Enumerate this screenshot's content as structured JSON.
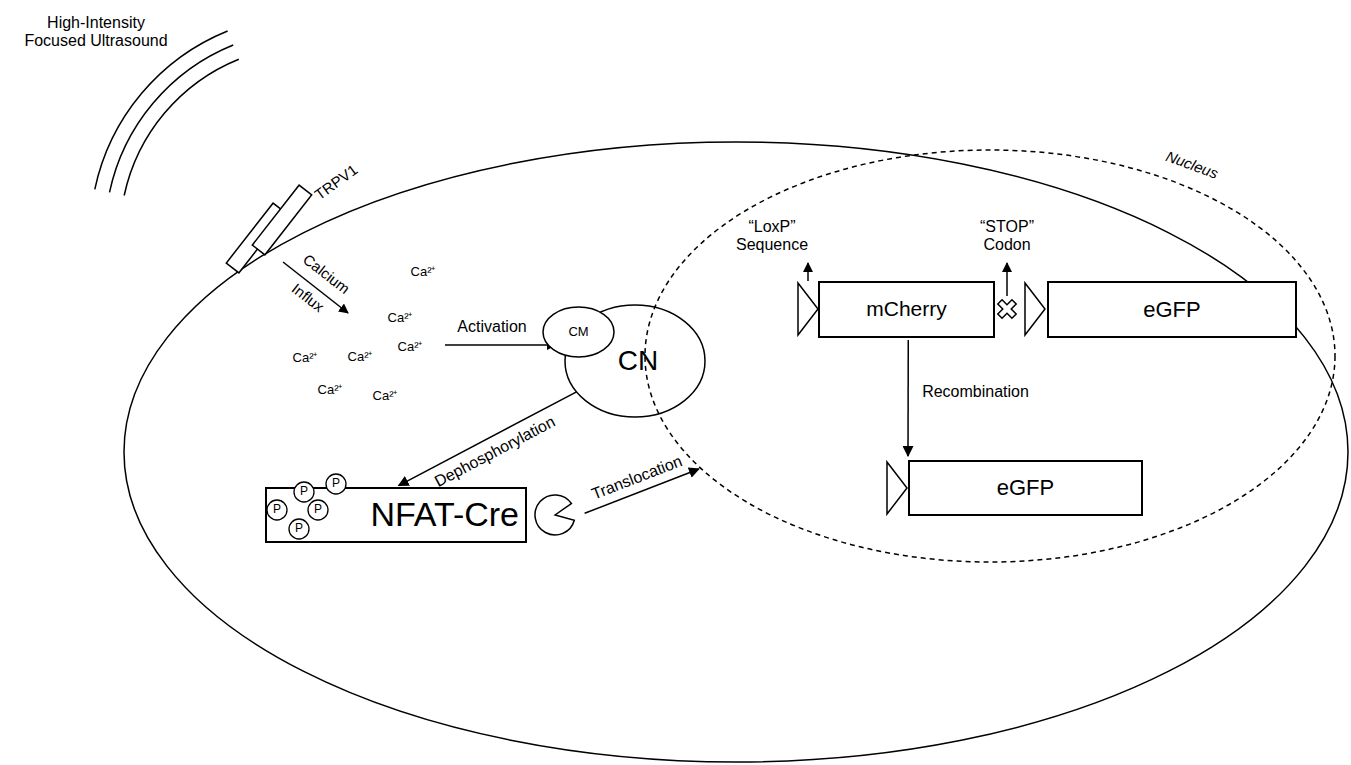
{
  "diagram": {
    "nodes": [
      {
        "text": [
          "CN"
        ]
      },
      {
        "text": [
          "CM"
        ],
        "in": 0
      },
      {
        "text": [
          "NFAT-Cre"
        ]
      },
      {
        "text": [
          "Nucleus"
        ]
      },
      {
        "text": [
          "mCherry"
        ],
        "in": 3
      },
      {
        "text": [
          "eGFP"
        ],
        "in": 3
      },
      {
        "text": [
          "eGFP"
        ],
        "in": 3
      }
    ],
    "edges": [
      {
        "from": 0,
        "to": 2,
        "arrow": "to",
        "label": "Dephosphorylation"
      },
      {
        "from": 2,
        "to": 3,
        "arrow": "to",
        "label": "Translocation"
      },
      {
        "from": 4,
        "to": 6,
        "arrow": "to",
        "label": "Recombination"
      }
    ],
    "labels": [
      "High-Intensity Focused Ultrasound",
      "TRPV1",
      "Calcium Influx",
      "Ca²⁺",
      "Ca²⁺",
      "Ca²⁺",
      "Ca²⁺",
      "Ca²⁺",
      "Ca²⁺",
      "Ca²⁺",
      "Activation",
      "“LoxP” Sequence",
      "“STOP” Codon",
      "P",
      "P",
      "P",
      "P",
      "P"
    ]
  }
}
